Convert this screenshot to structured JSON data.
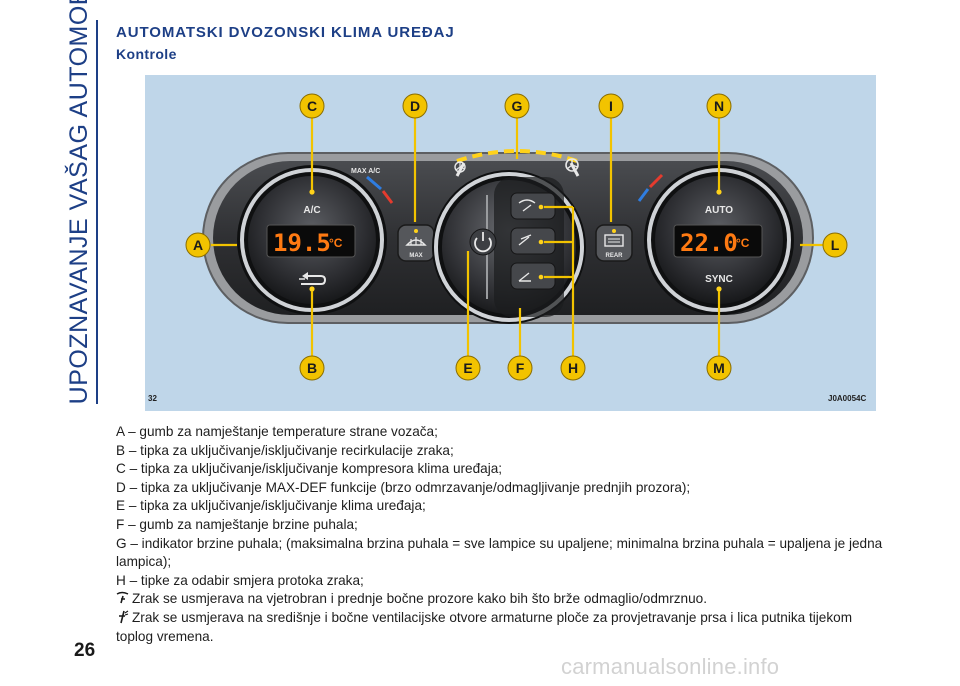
{
  "sidebar": {
    "section_title": "UPOZNAVANJE VAŠAG AUTOMOBILA"
  },
  "heading": "AUTOMATSKI DVOZONSKI KLIMA UREĐAJ",
  "subheading": "Kontrole",
  "figure": {
    "number": "32",
    "code": "J0A0054C",
    "callouts": {
      "a": "A",
      "b": "B",
      "c": "C",
      "d": "D",
      "e": "E",
      "f": "F",
      "g": "G",
      "h": "H",
      "i": "I",
      "l": "L",
      "m": "M",
      "n": "N"
    },
    "panel": {
      "left_display": "19.5",
      "left_unit": "°C",
      "right_display": "22.0",
      "right_unit": "°C",
      "ac_label": "A/C",
      "max_ac_label": "MAX A/C",
      "max_label": "MAX",
      "rear_label": "REAR",
      "auto_label": "AUTO",
      "sync_label": "SYNC"
    },
    "colors": {
      "background": "#bfd6e9",
      "callout": "#f2c300",
      "display_text": "#ff7a12",
      "panel": "#2f3033"
    }
  },
  "captions": {
    "a": "A – gumb za namještanje temperature strane vozača;",
    "b": "B – tipka za uključivanje/isključivanje recirkulacije zraka;",
    "c": "C – tipka za uključivanje/isključivanje kompresora klima uređaja;",
    "d": "D – tipka za uključivanje MAX-DEF funkcije (brzo odmrzavanje/odmagljivanje prednjih prozora);",
    "e": "E – tipka za uključivanje/isključivanje klima uređaja;",
    "f": "F – gumb za namještanje brzine puhala;",
    "g": "G – indikator brzine puhala; (maksimalna brzina puhala = sve lampice su upaljene; minimalna brzina puhala = upaljena je jedna lampica);",
    "h": "H – tipke za odabir smjera protoka zraka;",
    "h1": "Zrak se usmjerava na vjetrobran i prednje bočne prozore kako bih što brže odmaglio/odmrznuo.",
    "h2": "Zrak se usmjerava na središnje i bočne ventilacijske otvore armaturne ploče za provjetravanje prsa i lica putnika tijekom toplog vremena."
  },
  "page_number": "26",
  "watermark": "carmanualsonline.info"
}
